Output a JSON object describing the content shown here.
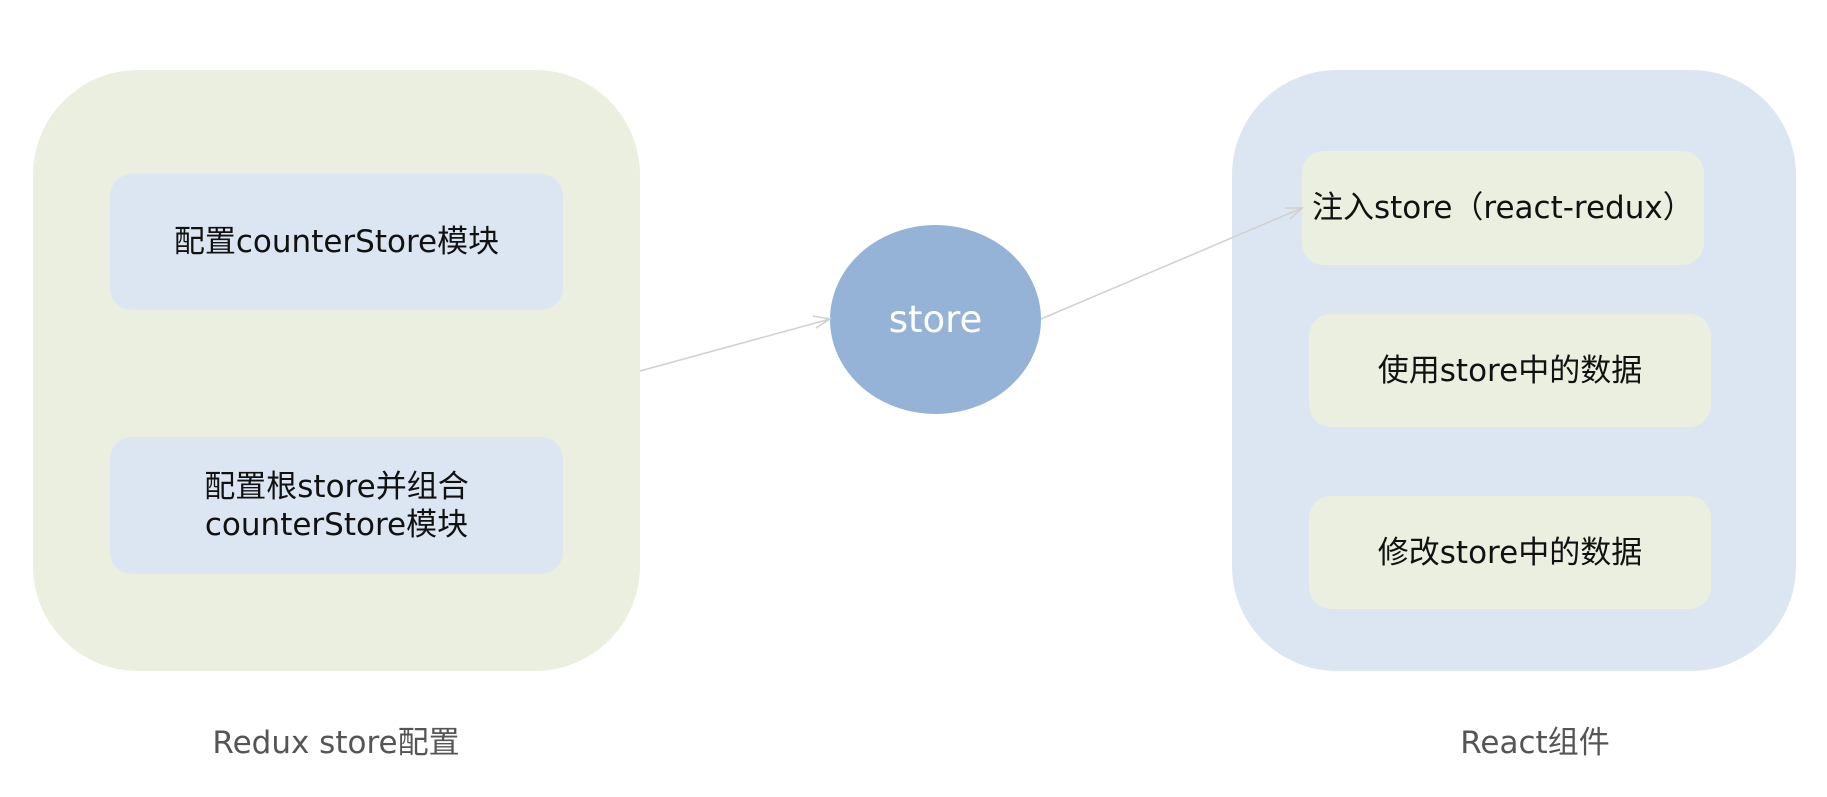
{
  "diagram": {
    "left_group": {
      "caption": "Redux store配置",
      "items": [
        {
          "label": "配置counterStore模块"
        },
        {
          "label_line1": "配置根store并组合",
          "label_line2": "counterStore模块"
        }
      ]
    },
    "center_node": {
      "label": "store"
    },
    "right_group": {
      "caption": "React组件",
      "items": [
        {
          "label": "注入store（react-redux）"
        },
        {
          "label": "使用store中的数据"
        },
        {
          "label": "修改store中的数据"
        }
      ]
    },
    "edges": [
      {
        "from": "left_group",
        "to": "center_node"
      },
      {
        "from": "center_node",
        "to": "right_group.items.0"
      }
    ],
    "colors": {
      "left_group_fill": "#ebefdf",
      "right_group_fill": "#dce6f2",
      "store_fill": "#95b3d7",
      "edge_color": "#d0d0d0"
    }
  }
}
